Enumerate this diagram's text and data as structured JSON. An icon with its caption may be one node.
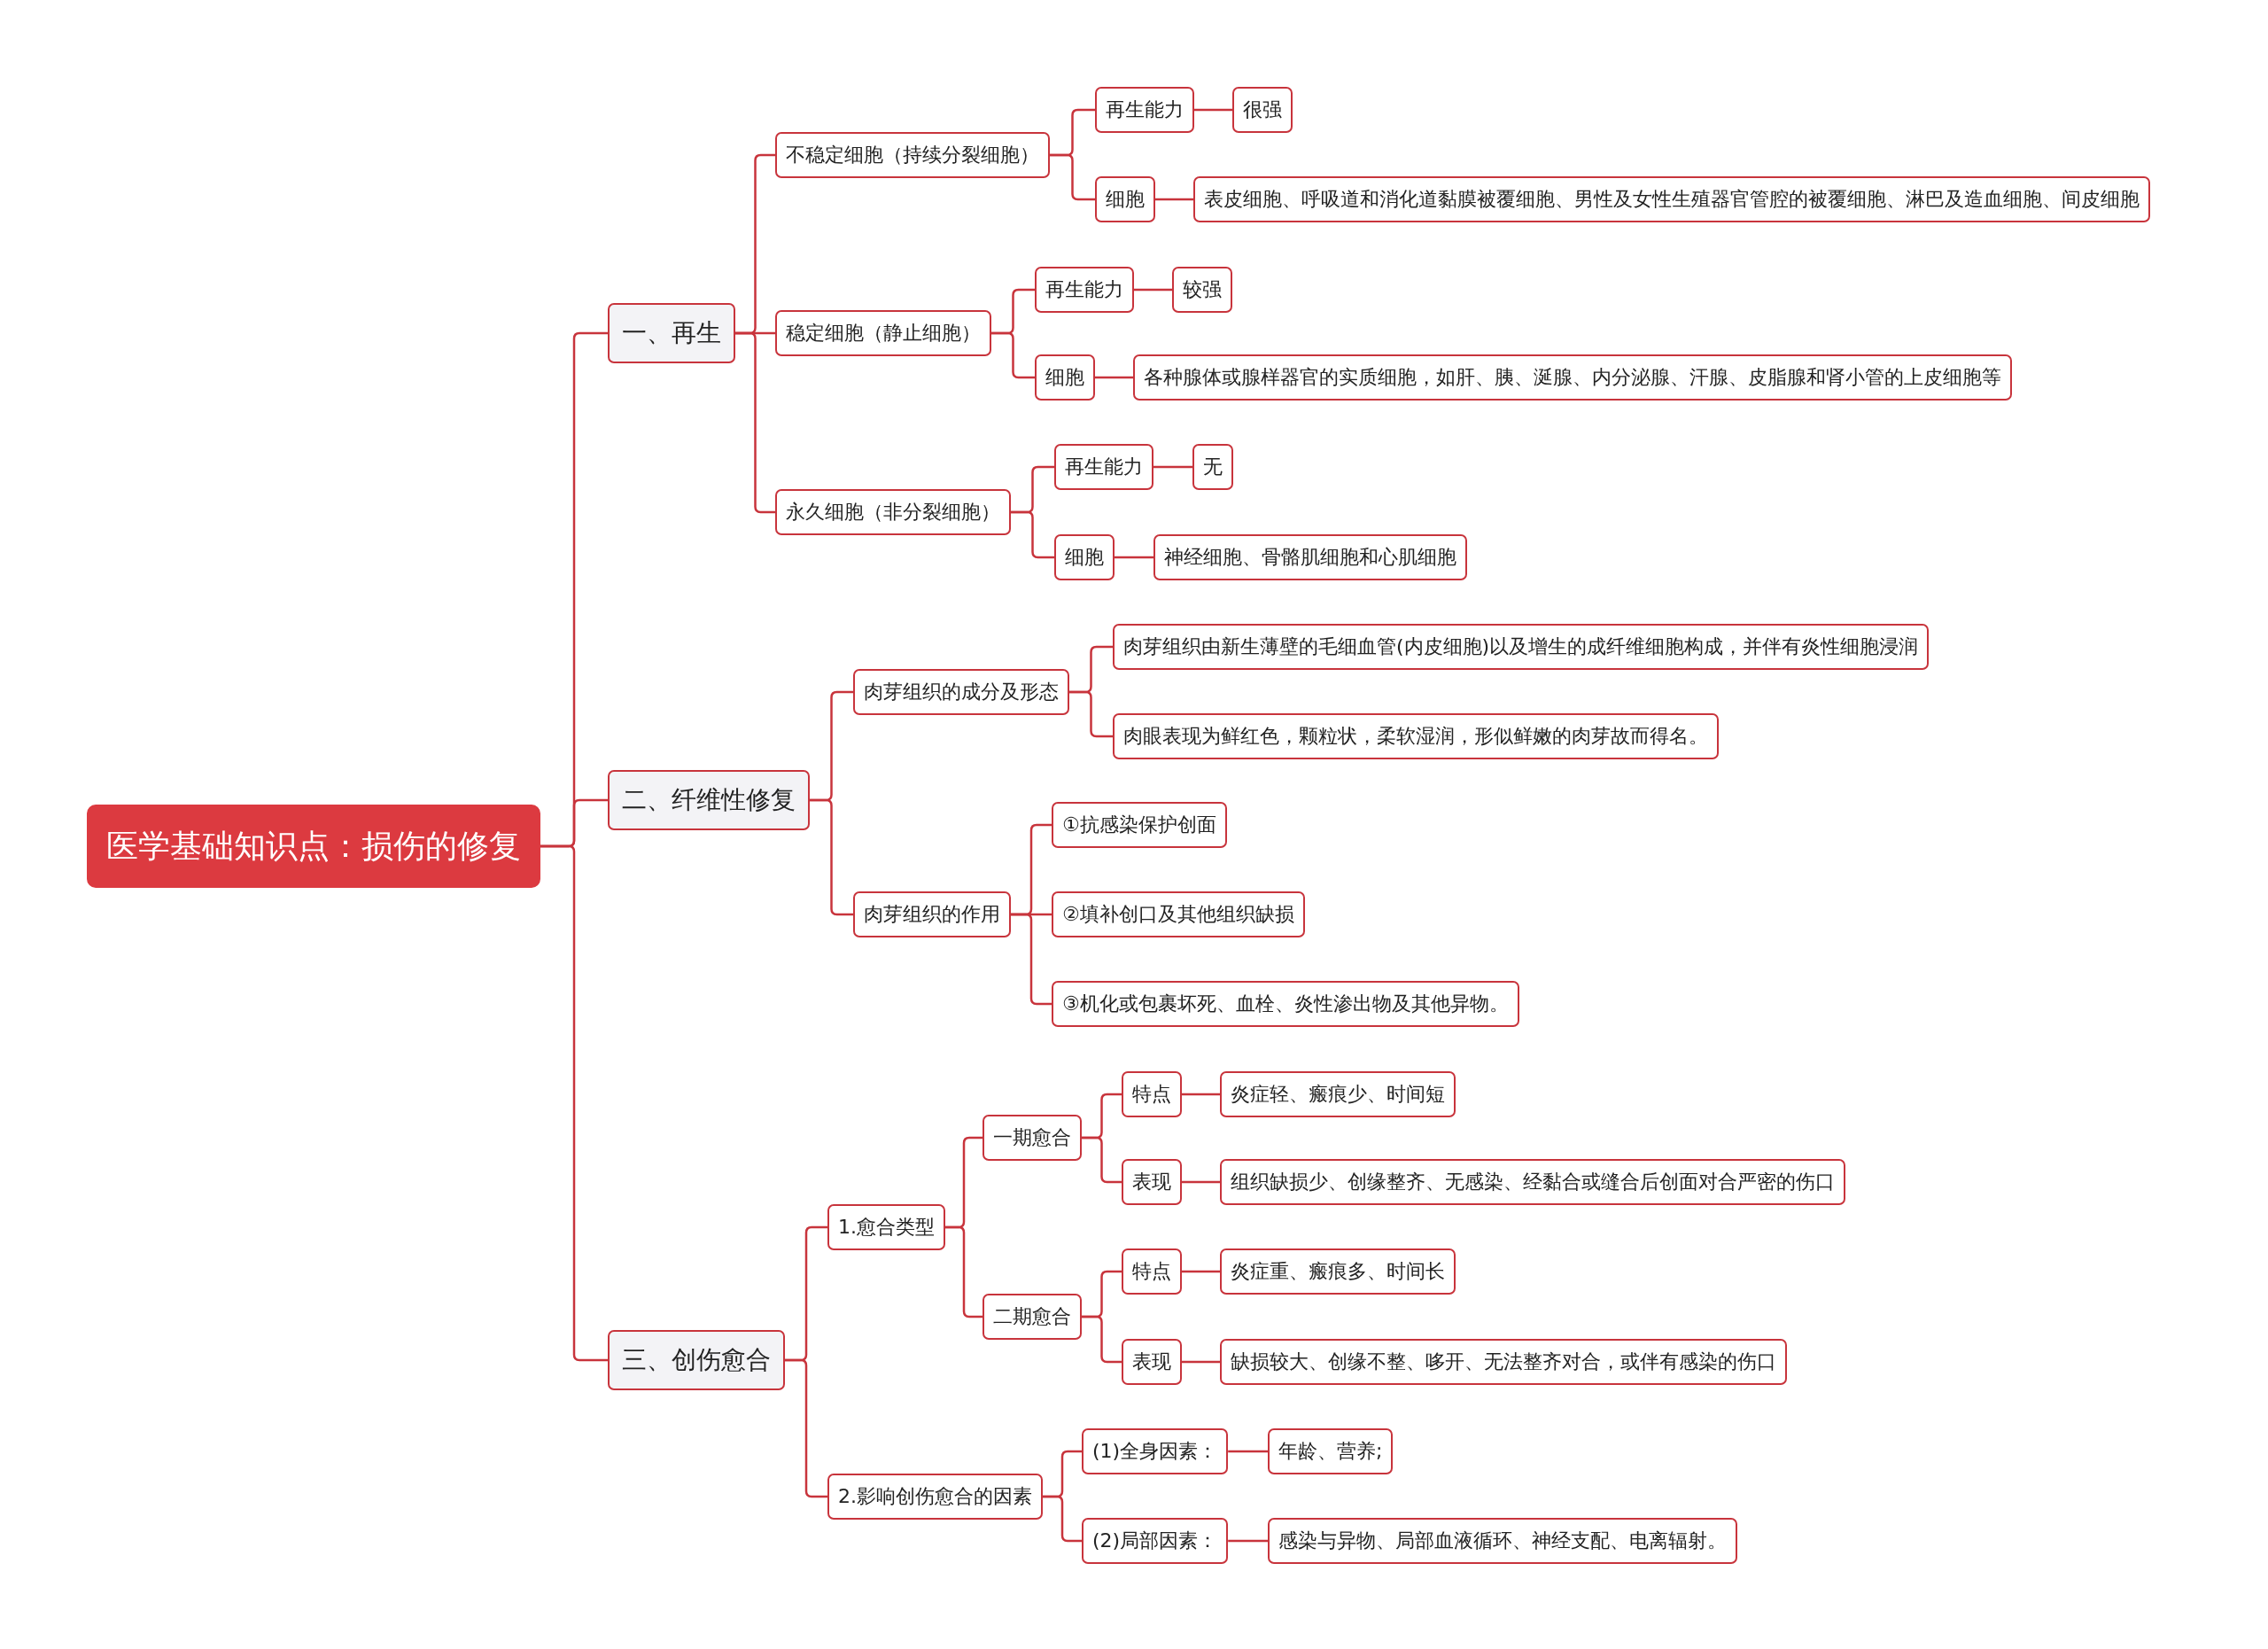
{
  "diagram": {
    "nodes": [
      {
        "text": [
          "医学基础知识点：损伤的修复"
        ]
      },
      {
        "text": [
          "一、再生"
        ]
      },
      {
        "text": [
          "不稳定细胞（持续分裂细胞）"
        ]
      },
      {
        "text": [
          "再生能力"
        ]
      },
      {
        "text": [
          "很强"
        ]
      },
      {
        "text": [
          "细胞"
        ]
      },
      {
        "text": [
          "表皮细胞、呼吸道和消化道黏膜被覆细胞、男性及女性生殖器官管腔的被覆细胞、淋巴及造血细胞、间皮细胞"
        ]
      },
      {
        "text": [
          "稳定细胞（静止细胞）"
        ]
      },
      {
        "text": [
          "再生能力"
        ]
      },
      {
        "text": [
          "较强"
        ]
      },
      {
        "text": [
          "细胞"
        ]
      },
      {
        "text": [
          "各种腺体或腺样器官的实质细胞，如肝、胰、涎腺、内分泌腺、汗腺、皮脂腺和肾小管的上皮细胞等"
        ]
      },
      {
        "text": [
          "永久细胞（非分裂细胞）"
        ]
      },
      {
        "text": [
          "再生能力"
        ]
      },
      {
        "text": [
          "无"
        ]
      },
      {
        "text": [
          "细胞"
        ]
      },
      {
        "text": [
          "神经细胞、骨骼肌细胞和心肌细胞"
        ]
      },
      {
        "text": [
          "二、纤维性修复"
        ]
      },
      {
        "text": [
          "肉芽组织的成分及形态"
        ]
      },
      {
        "text": [
          "肉芽组织由新生薄壁的毛细血管(内皮细胞)以及增生的成纤维细胞构成，并伴有炎性细胞浸润"
        ]
      },
      {
        "text": [
          "肉眼表现为鲜红色，颗粒状，柔软湿润，形似鲜嫩的肉芽故而得名。"
        ]
      },
      {
        "text": [
          "肉芽组织的作用"
        ]
      },
      {
        "text": [
          "①抗感染保护创面"
        ]
      },
      {
        "text": [
          "②填补创口及其他组织缺损"
        ]
      },
      {
        "text": [
          "③机化或包裹坏死、血栓、炎性渗出物及其他异物。"
        ]
      },
      {
        "text": [
          "三、创伤愈合"
        ]
      },
      {
        "text": [
          "1.愈合类型"
        ]
      },
      {
        "text": [
          "一期愈合"
        ]
      },
      {
        "text": [
          "特点"
        ]
      },
      {
        "text": [
          "炎症轻、瘢痕少、时间短"
        ]
      },
      {
        "text": [
          "表现"
        ]
      },
      {
        "text": [
          "组织缺损少、创缘整齐、无感染、经黏合或缝合后创面对合严密的伤口"
        ]
      },
      {
        "text": [
          "二期愈合"
        ]
      },
      {
        "text": [
          "特点"
        ]
      },
      {
        "text": [
          "炎症重、瘢痕多、时间长"
        ]
      },
      {
        "text": [
          "表现"
        ]
      },
      {
        "text": [
          "缺损较大、创缘不整、哆开、无法整齐对合，或伴有感染的伤口"
        ]
      },
      {
        "text": [
          "2.影响创伤愈合的因素"
        ]
      },
      {
        "text": [
          "(1)全身因素："
        ]
      },
      {
        "text": [
          "年龄、营养;"
        ]
      },
      {
        "text": [
          "(2)局部因素："
        ]
      },
      {
        "text": [
          "感染与异物、局部血液循环、神经支配、电离辐射。"
        ]
      }
    ],
    "edges": [
      {
        "from": 0,
        "to": 1,
        "arrow": "none"
      },
      {
        "from": 1,
        "to": 2,
        "arrow": "none"
      },
      {
        "from": 2,
        "to": 3,
        "arrow": "none"
      },
      {
        "from": 3,
        "to": 4,
        "arrow": "none"
      },
      {
        "from": 2,
        "to": 5,
        "arrow": "none"
      },
      {
        "from": 5,
        "to": 6,
        "arrow": "none"
      },
      {
        "from": 1,
        "to": 7,
        "arrow": "none"
      },
      {
        "from": 7,
        "to": 8,
        "arrow": "none"
      },
      {
        "from": 8,
        "to": 9,
        "arrow": "none"
      },
      {
        "from": 7,
        "to": 10,
        "arrow": "none"
      },
      {
        "from": 10,
        "to": 11,
        "arrow": "none"
      },
      {
        "from": 1,
        "to": 12,
        "arrow": "none"
      },
      {
        "from": 12,
        "to": 13,
        "arrow": "none"
      },
      {
        "from": 13,
        "to": 14,
        "arrow": "none"
      },
      {
        "from": 12,
        "to": 15,
        "arrow": "none"
      },
      {
        "from": 15,
        "to": 16,
        "arrow": "none"
      },
      {
        "from": 0,
        "to": 17,
        "arrow": "none"
      },
      {
        "from": 17,
        "to": 18,
        "arrow": "none"
      },
      {
        "from": 18,
        "to": 19,
        "arrow": "none"
      },
      {
        "from": 18,
        "to": 20,
        "arrow": "none"
      },
      {
        "from": 17,
        "to": 21,
        "arrow": "none"
      },
      {
        "from": 21,
        "to": 22,
        "arrow": "none"
      },
      {
        "from": 21,
        "to": 23,
        "arrow": "none"
      },
      {
        "from": 21,
        "to": 24,
        "arrow": "none"
      },
      {
        "from": 0,
        "to": 25,
        "arrow": "none"
      },
      {
        "from": 25,
        "to": 26,
        "arrow": "none"
      },
      {
        "from": 26,
        "to": 27,
        "arrow": "none"
      },
      {
        "from": 27,
        "to": 28,
        "arrow": "none"
      },
      {
        "from": 28,
        "to": 29,
        "arrow": "none"
      },
      {
        "from": 27,
        "to": 30,
        "arrow": "none"
      },
      {
        "from": 30,
        "to": 31,
        "arrow": "none"
      },
      {
        "from": 26,
        "to": 32,
        "arrow": "none"
      },
      {
        "from": 32,
        "to": 33,
        "arrow": "none"
      },
      {
        "from": 33,
        "to": 34,
        "arrow": "none"
      },
      {
        "from": 32,
        "to": 35,
        "arrow": "none"
      },
      {
        "from": 35,
        "to": 36,
        "arrow": "none"
      },
      {
        "from": 25,
        "to": 37,
        "arrow": "none"
      },
      {
        "from": 37,
        "to": 38,
        "arrow": "none"
      },
      {
        "from": 38,
        "to": 39,
        "arrow": "none"
      },
      {
        "from": 37,
        "to": 40,
        "arrow": "none"
      },
      {
        "from": 40,
        "to": 41,
        "arrow": "none"
      }
    ]
  }
}
